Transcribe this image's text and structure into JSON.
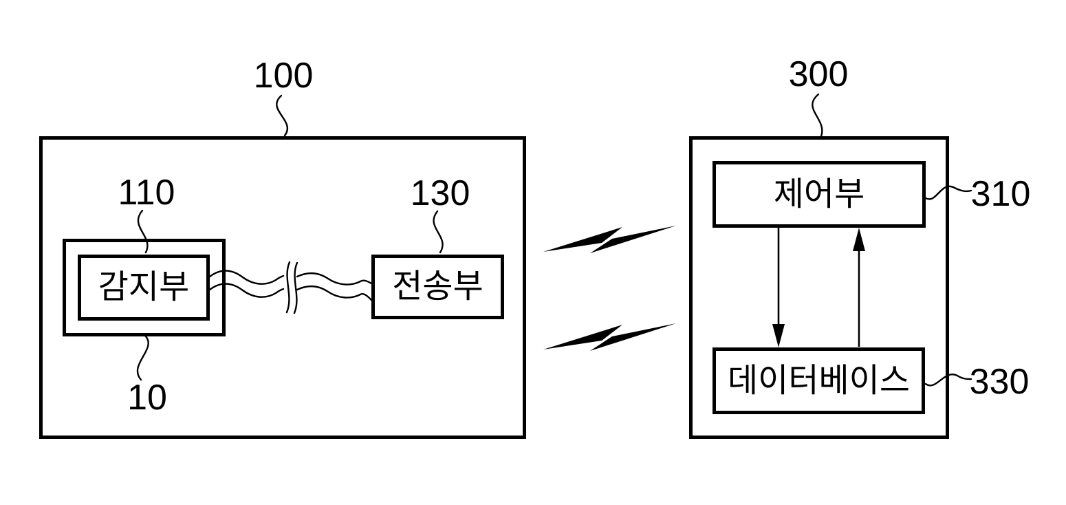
{
  "figure": {
    "background_color": "#ffffff",
    "line_color": "#000000"
  },
  "device_system": {
    "ref_label": "100",
    "sensor_module": {
      "ref_label": "10"
    },
    "sensing_unit": {
      "ref_label": "110",
      "name": "감지부"
    },
    "transmitting_unit": {
      "ref_label": "130",
      "name": "전송부"
    }
  },
  "server_system": {
    "ref_label": "300",
    "control_unit": {
      "ref_label": "310",
      "name": "제어부"
    },
    "database": {
      "ref_label": "330",
      "name": "데이터베이스"
    }
  },
  "icons": {
    "wireless_link": "lightning-bolt",
    "connection_break": "double-slash",
    "flow_down": "arrow-down",
    "flow_up": "arrow-up"
  }
}
